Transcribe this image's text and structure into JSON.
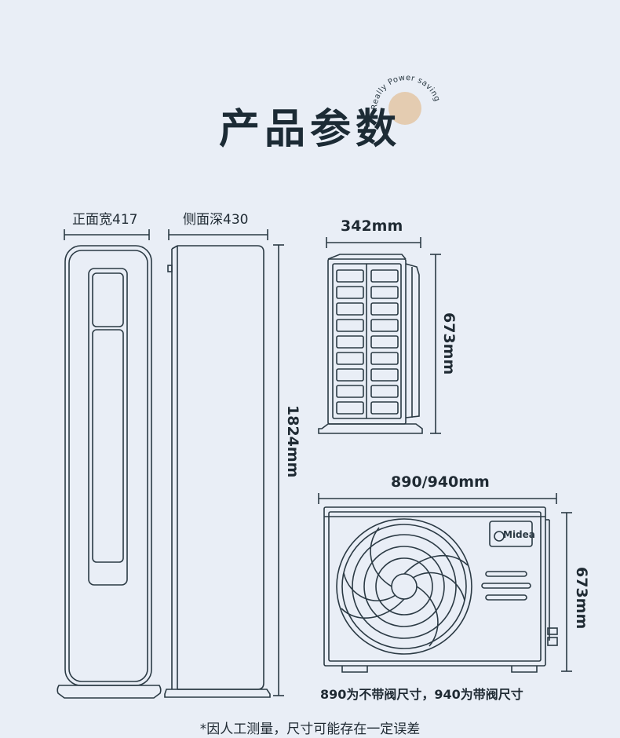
{
  "header": {
    "title": "产品参数",
    "badge_text": "Really Power saving"
  },
  "indoor_unit": {
    "front_width_label": "正面宽417",
    "side_depth_label": "侧面深430",
    "height_label": "1824mm"
  },
  "outdoor_unit_side": {
    "width_label": "342mm",
    "height_label": "673mm"
  },
  "outdoor_unit_front": {
    "width_label": "890/940mm",
    "height_label": "673mm",
    "brand_logo": "Midea"
  },
  "notes": {
    "valve_note": "890为不带阀尺寸，940为带阀尺寸",
    "disclaimer": "*因人工测量，尺寸可能存在一定误差"
  },
  "colors": {
    "background": "#e9eef6",
    "line": "#2b3a44",
    "accent_circle": "#e3c6a4"
  }
}
